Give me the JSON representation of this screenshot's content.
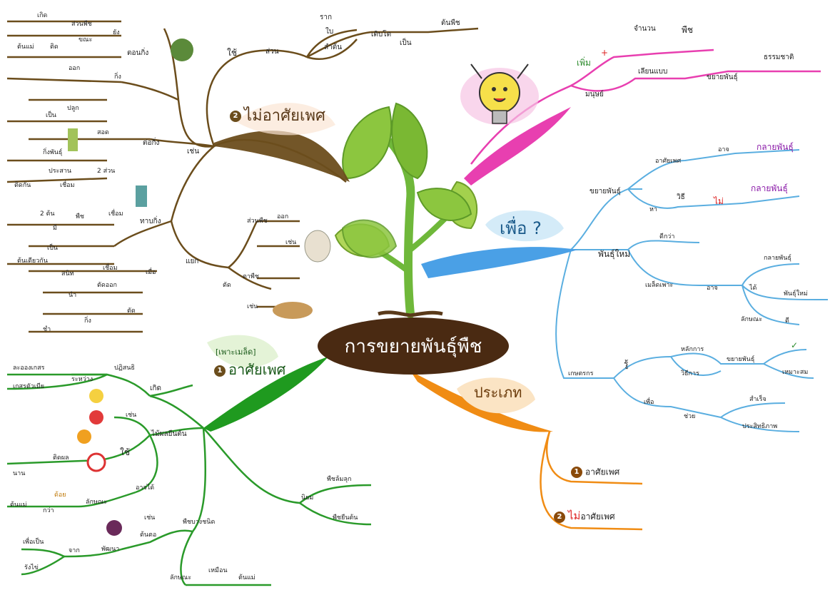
{
  "center": "การขยายพันธุ์พืช",
  "branch_nonsexual": {
    "number": "2",
    "title": "ไม่อาศัยเพศ",
    "top": {
      "use": "ใช้",
      "part": "ส่วน",
      "root": "ราก",
      "leaf": "ใบ",
      "stem": "ลำต้น",
      "grow": "เติบโต",
      "become": "เป็น",
      "new_plant": "ต้นพืช"
    },
    "for_example": "เช่น",
    "cutting": {
      "name": "ตอนกิ่ง",
      "born": "เกิด",
      "part_of_plant": "ส่วนพืช",
      "on": "ขณะ",
      "still": "ยัง",
      "parent": "ต้นแม่",
      "attached": "ติด",
      "out": "ออก",
      "branch": "กิ่ง",
      "plant": "ปลูก",
      "become": "เป็น"
    },
    "grafting": {
      "name": "ต่อกิ่ง",
      "insert": "สอด",
      "scion": "กิ่งพันธุ์",
      "join": "ประสาน",
      "two_parts": "2 ส่วน",
      "stick": "ติดกัน",
      "connect": "เชื่อม"
    },
    "approach": {
      "name": "ทาบกิ่ง",
      "connect": "เชื่อม",
      "two_plants": "2 ต้น",
      "plant": "พืช",
      "have": "มี",
      "become": "เป็น",
      "single": "ต้นเดียวกัน",
      "connect2": "เชื่อม",
      "when": "เมื่อ",
      "bonded": "สนิท",
      "cut_off": "ตัดออก",
      "bring": "นำ",
      "branch": "กิ่ง",
      "cut": "ตัด",
      "bring2": "ชำ"
    },
    "separate": {
      "name": "แยก",
      "part_of_plant": "ส่วนพืช",
      "out": "ออก",
      "for_example": "เช่น",
      "cut": "ตัด",
      "plant_part": "ตาพืช",
      "for_example2": "เช่น"
    }
  },
  "branch_purpose": {
    "title": "เพื่อ ?",
    "breed": {
      "name": "ขยายพันธุ์",
      "sexual": "อาศัยเพศ",
      "may": "อาจ",
      "mutate": "กลายพันธุ์",
      "find": "หา",
      "method": "วิธี",
      "not": "ไม่",
      "mutate2": "กลายพันธุ์"
    },
    "new_variety": {
      "name": "พันธุ์ใหม่",
      "better": "ดีกว่า",
      "seed_plant": "เมล็ดเพาะ",
      "may": "อาจ",
      "mutate": "กลายพันธุ์",
      "get": "ได้",
      "new": "พันธุ์ใหม่",
      "trait": "ลักษณะ",
      "good": "ดี"
    },
    "farmer": {
      "name": "เกษตรกร",
      "know": "รู้",
      "principle": "หลักการ",
      "method": "วิธีการ",
      "breed": "ขยายพันธุ์",
      "check": "✓",
      "suitable": "เหมาะสม",
      "for": "เพื่อ",
      "help": "ช่วย",
      "success": "สำเร็จ",
      "efficient": "ประสิทธิภาพ"
    }
  },
  "branch_human": {
    "increase": "เพิ่ม",
    "plus": "+",
    "amount": "จำนวน",
    "plant": "พืช",
    "human": "มนุษย์",
    "imitate": "เลียนแบบ",
    "nature": "ธรรมชาติ",
    "breed": "ขยายพันธุ์"
  },
  "branch_sexual": {
    "number": "1",
    "title": "อาศัยเพศ",
    "subtitle": "[เพาะเมล็ด]",
    "born": "เกิด",
    "pollination": "ปฏิสนธิ",
    "between": "ระหว่าง",
    "pollen": "ละอองเกสร",
    "pistil": "เกสรตัวเมีย",
    "fruit_tree": "ไม้ผลยืนต้น",
    "for_example": "เช่น",
    "use": "ใช้",
    "time": "ติดผล",
    "long": "นาน",
    "may_get": "อาจได้",
    "trait": "ลักษณะ",
    "inferior": "ด้อย",
    "than": "กว่า",
    "parent": "ต้นแม่",
    "popular": "นิยม",
    "veg": "พืชล้มลุก",
    "perennial": "พืชยืนต้น",
    "wild": "พืชบางชนิด",
    "for_example2": "เช่น",
    "rootstock": "ต้นตอ",
    "develop": "พัฒนา",
    "from": "จาก",
    "seed": "เพื่อเป็น",
    "root": "รังไข่",
    "trait2": "ลักษณะ",
    "same": "เหมือน",
    "parent2": "ต้นแม่"
  },
  "branch_type": {
    "title": "ประเภท",
    "item1_num": "1",
    "item1": "อาศัยเพศ",
    "item2_num": "2",
    "item2_not": "ไม่",
    "item2": "อาศัยเพศ"
  },
  "colors": {
    "brown": "#6b4d1c",
    "blue": "#5aaee0",
    "pink": "#e83fb0",
    "green": "#2a9a2a",
    "orange": "#f08c14",
    "center": "#4a2a12"
  }
}
